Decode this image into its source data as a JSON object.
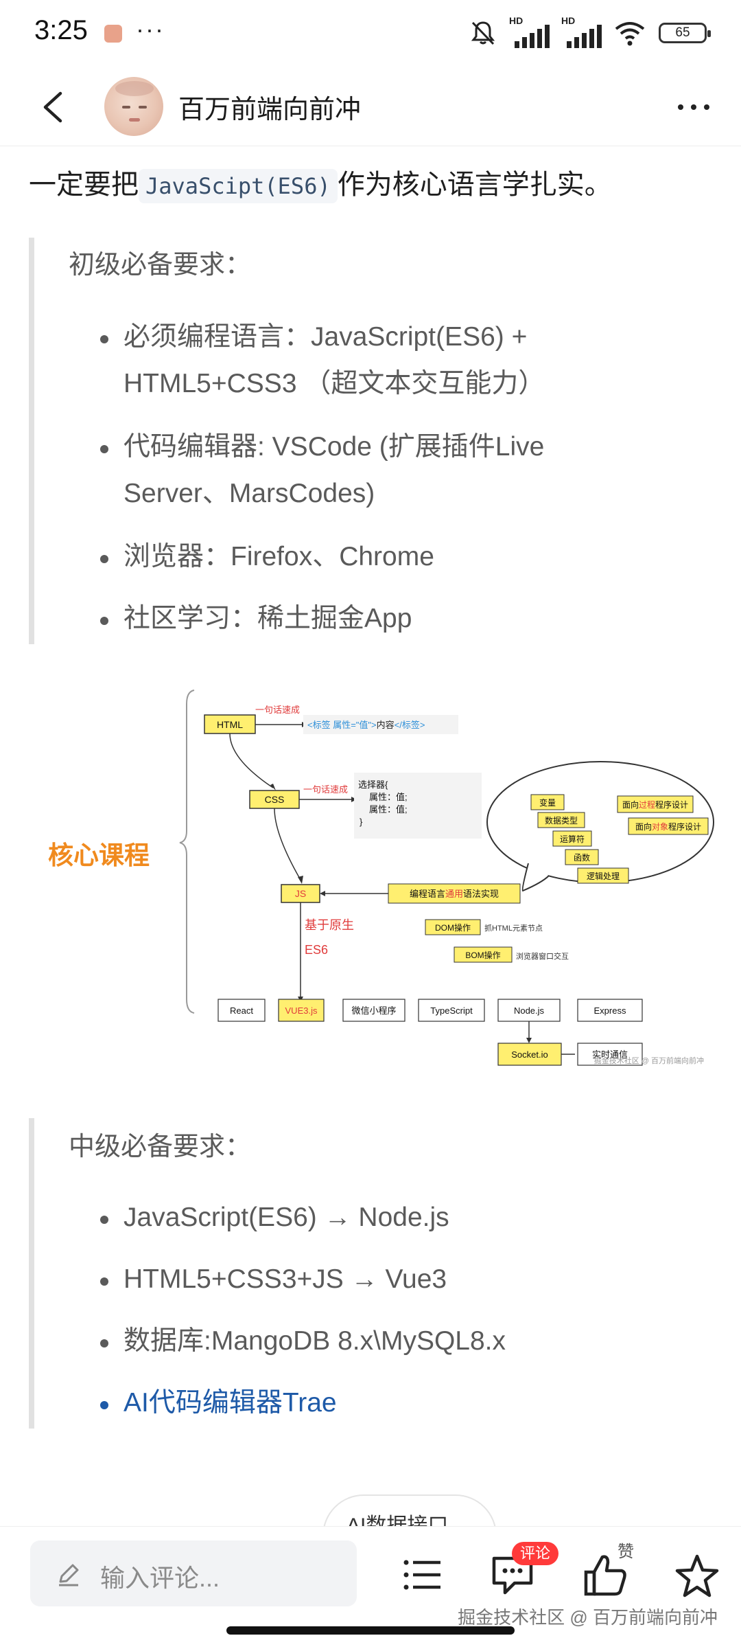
{
  "status_bar": {
    "time": "3:25",
    "battery": "65",
    "network_label": "HD"
  },
  "header": {
    "author": "百万前端向前冲"
  },
  "article": {
    "intro_before": "一定要把",
    "intro_code": "JavaScipt(ES6)",
    "intro_after": "作为核心语言学扎实。",
    "section1": {
      "title": "初级必备要求：",
      "items": [
        {
          "line1": "必须编程语言：JavaScript(ES6) +",
          "line2": "HTML5+CSS3 （超文本交互能力）"
        },
        {
          "line1": "代码编辑器: VSCode (扩展插件Live",
          "line2": "Server、MarsCodes)"
        },
        {
          "line1": "浏览器：Firefox、Chrome",
          "line2": ""
        },
        {
          "line1": "社区学习：稀土掘金App",
          "line2": ""
        }
      ]
    },
    "figure": {
      "title": "核心课程",
      "html": "HTML",
      "css": "CSS",
      "js": "JS",
      "one_liner": "一句话速成",
      "html_syntax_1": "<标签 属性=\"值\">",
      "html_syntax_2": "内容",
      "html_syntax_3": "</标签>",
      "css_syntax": [
        "选择器{",
        "属性：值;",
        "属性：值;",
        "}"
      ],
      "bubble_items": [
        "变量",
        "数据类型",
        "运算符",
        "函数",
        "逻辑处理"
      ],
      "bubble_right_1a": "面向",
      "bubble_right_1b": "过程",
      "bubble_right_1c": "程序设计",
      "bubble_right_2a": "面向",
      "bubble_right_2b": "对象",
      "bubble_right_2c": "程序设计",
      "lang_a": "编程语言",
      "lang_b": "通用",
      "lang_c": "语法实现",
      "native_1": "基于原生",
      "native_2": "ES6",
      "dom_op": "DOM操作",
      "dom_desc": "抓HTML元素节点",
      "bom_op": "BOM操作",
      "bom_desc": "浏览器窗口交互",
      "frameworks": [
        "React",
        "VUE3.js",
        "微信小程序",
        "TypeScript",
        "Node.js",
        "Express"
      ],
      "socket": "Socket.io",
      "realtime": "实时通信",
      "watermark": "掘金技术社区 @ 百万前端向前冲"
    },
    "section2": {
      "title": "中级必备要求：",
      "items": [
        "JavaScript(ES6) → Node.js",
        "HTML5+CSS3+JS → Vue3",
        "数据库:MangoDB 8.x\\MySQL8.x",
        "AI代码编辑器Trae"
      ]
    },
    "peek_text": "AI数据接口"
  },
  "bottom_bar": {
    "comment_placeholder": "输入评论...",
    "comment_badge": "评论",
    "like_label": "赞",
    "credit": "掘金技术社区 @ 百万前端向前冲"
  }
}
